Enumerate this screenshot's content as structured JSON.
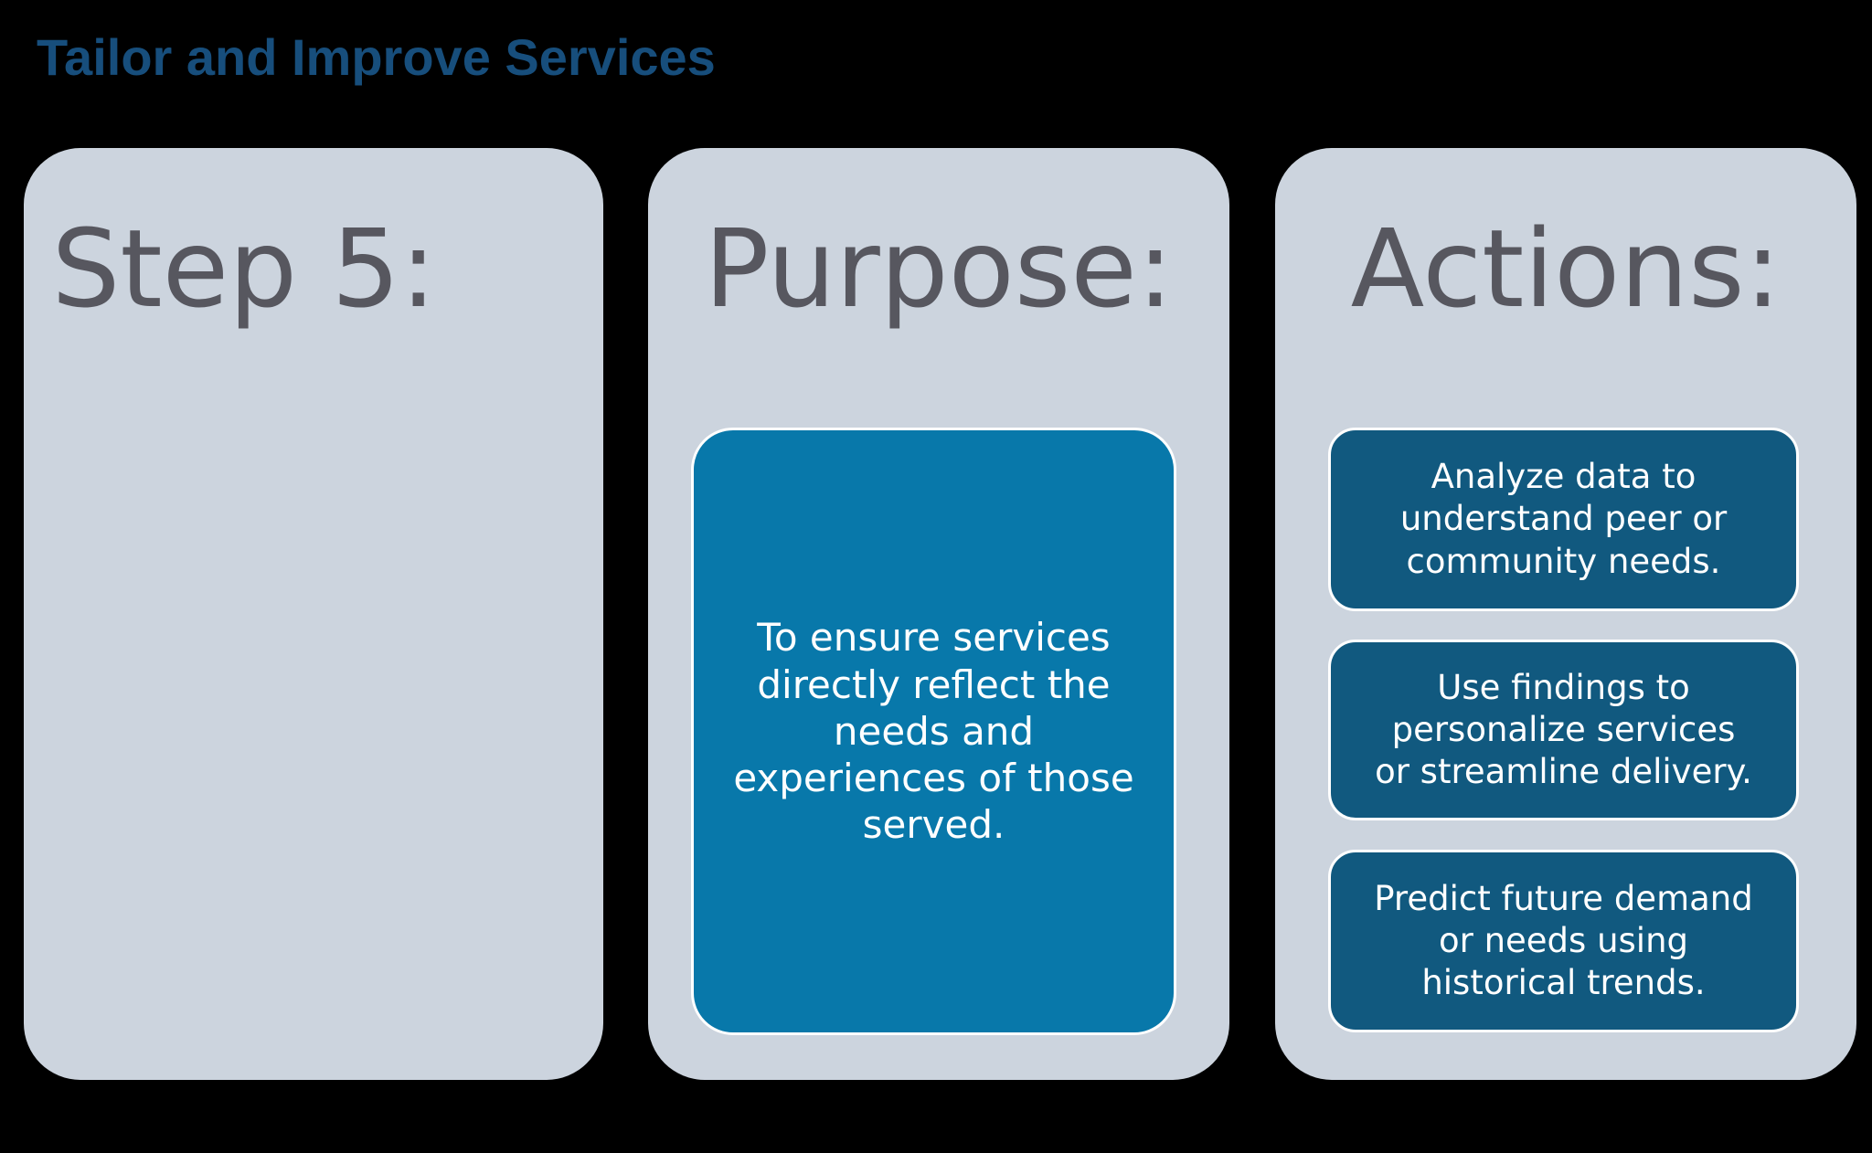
{
  "title": "Tailor and Improve Services",
  "colors": {
    "background": "#000000",
    "card_background": "#CCD4DE",
    "title_text": "#174E7C",
    "header_text": "#57575F",
    "purpose_box_fill": "#0878AA",
    "action_box_fill": "#11597F",
    "box_border": "#FFFFFF",
    "box_text": "#FFFFFF"
  },
  "cards": [
    {
      "header": "Step 5:"
    },
    {
      "header": "Purpose:",
      "body_lines": [
        "To ensure services",
        "directly reflect the",
        "needs and",
        "experiences of those",
        "served."
      ]
    },
    {
      "header": "Actions:",
      "items": [
        {
          "lines": [
            "Analyze data to",
            "understand peer or",
            "community needs."
          ]
        },
        {
          "lines": [
            "Use findings to",
            "personalize services",
            "or streamline delivery."
          ]
        },
        {
          "lines": [
            "Predict future demand",
            "or needs using",
            "historical trends."
          ]
        }
      ]
    }
  ]
}
